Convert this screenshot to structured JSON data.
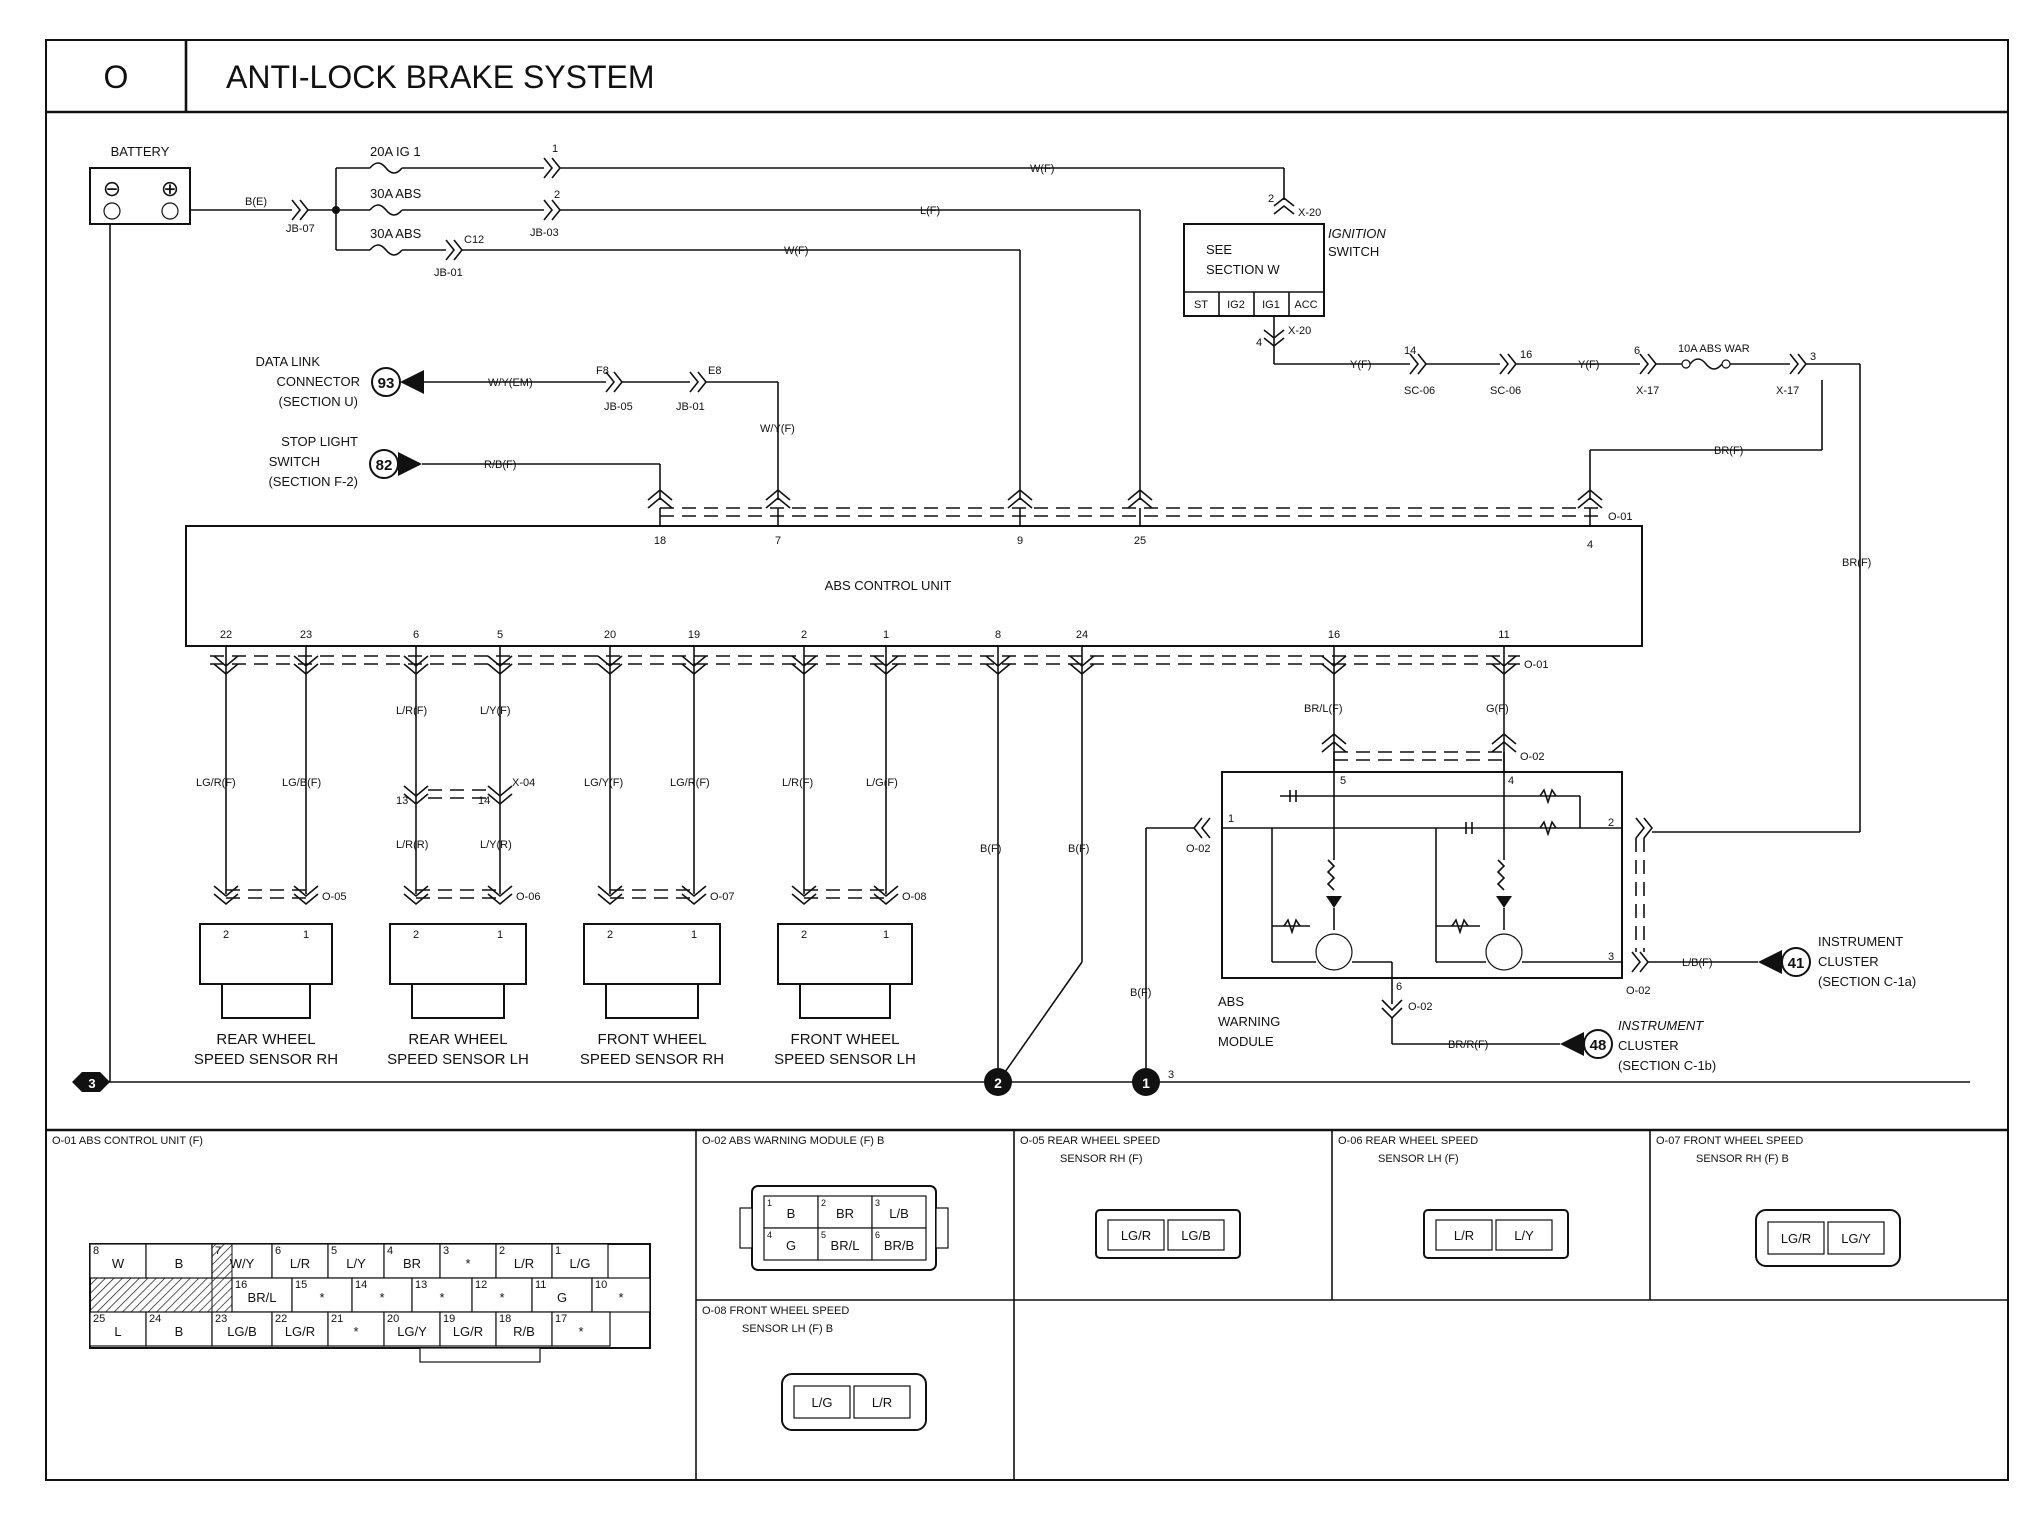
{
  "header": {
    "section": "O",
    "title": "ANTI-LOCK BRAKE SYSTEM"
  },
  "battery": {
    "label": "BATTERY",
    "minus": "⊖",
    "plus": "⊕"
  },
  "fuses": {
    "f1": "20A IG 1",
    "f2": "30A ABS",
    "f3": "30A ABS",
    "jb07": "JB-07",
    "jb03": "JB-03",
    "jb01": "JB-01",
    "c12": "C12",
    "pin1": "1",
    "pin2": "2"
  },
  "wires": {
    "bat": "B(E)",
    "w_top": "W(F)",
    "l_mid": "L(F)",
    "w_low": "W(F)",
    "wym": "W/Y(EM)",
    "wyf": "W/Y(F)",
    "rbf": "R/B(F)",
    "yf1": "Y(F)",
    "yf2": "Y(F)",
    "brf_top": "BR(F)",
    "brf_side": "BR(F)",
    "brlf": "BR/L(F)",
    "gf": "G(F)",
    "lbf": "L/B(F)",
    "brrf": "BR/R(F)",
    "bf1": "B(F)",
    "bf2": "B(F)",
    "bf3": "B(F)",
    "lgr1": "LG/R(F)",
    "lgb": "LG/B(F)",
    "lrf": "L/R(F)",
    "lyf": "L/Y(F)",
    "lrr": "L/R(R)",
    "lyr": "L/Y(R)",
    "lgy": "LG/Y(F)",
    "lgr2": "LG/R(F)",
    "lrf2": "L/R(F)",
    "lgf": "L/G(F)"
  },
  "ignition": {
    "see": "SEE",
    "section": "SECTION W",
    "label1": "IGNITION",
    "label2": "SWITCH",
    "terms": [
      "ST",
      "IG2",
      "IG1",
      "ACC"
    ],
    "x20a": "X-20",
    "x20b": "X-20",
    "pin2": "2",
    "pin4": "4"
  },
  "chain": {
    "p14": "14",
    "sc06a": "SC-06",
    "p16": "16",
    "sc06b": "SC-06",
    "p6": "6",
    "x17a": "X-17",
    "fuse": "10A ABS WAR",
    "p3": "3",
    "x17b": "X-17"
  },
  "dlc": {
    "l1": "DATA LINK",
    "l2": "CONNECTOR",
    "l3": "(SECTION U)",
    "num": "93",
    "f8": "F8",
    "e8": "E8",
    "jb05": "JB-05",
    "jb01": "JB-01"
  },
  "stop": {
    "l1": "STOP LIGHT",
    "l2": "SWITCH",
    "l3": "(SECTION F-2)",
    "num": "82"
  },
  "ecu": {
    "label": "ABS CONTROL UNIT",
    "top_pins": [
      "18",
      "7",
      "9",
      "25",
      "4"
    ],
    "o01": "O-01",
    "bottom_pins": [
      "22",
      "23",
      "6",
      "5",
      "20",
      "19",
      "2",
      "1",
      "8",
      "24",
      "16",
      "11"
    ],
    "o01b": "O-01"
  },
  "sensors": [
    {
      "l1": "REAR WHEEL",
      "l2": "SPEED SENSOR RH",
      "conn": "O-05",
      "p2": "2",
      "p1": "1"
    },
    {
      "l1": "REAR WHEEL",
      "l2": "SPEED SENSOR LH",
      "conn": "O-06",
      "p2": "2",
      "p1": "1"
    },
    {
      "l1": "FRONT WHEEL",
      "l2": "SPEED SENSOR RH",
      "conn": "O-07",
      "p2": "2",
      "p1": "1"
    },
    {
      "l1": "FRONT WHEEL",
      "l2": "SPEED SENSOR LH",
      "conn": "O-08",
      "p2": "2",
      "p1": "1"
    }
  ],
  "x04": {
    "label": "X-04",
    "p13": "13",
    "p14": "14"
  },
  "module": {
    "l1": "ABS",
    "l2": "WARNING",
    "l3": "MODULE",
    "o02a": "O-02",
    "o02b": "O-02",
    "o02c": "O-02",
    "o02d": "O-02",
    "p5": "5",
    "p4": "4",
    "p1": "1",
    "p2": "2",
    "p3": "3",
    "p6": "6"
  },
  "cluster1": {
    "l1": "INSTRUMENT",
    "l2": "CLUSTER",
    "l3": "(SECTION C-1a)",
    "num": "41"
  },
  "cluster2": {
    "l1": "INSTRUMENT",
    "l2": "CLUSTER",
    "l3": "(SECTION C-1b)",
    "num": "48"
  },
  "grounds": {
    "g2": "2",
    "g1": "1",
    "g3": "3",
    "gnd": "3"
  },
  "panels": {
    "o01": {
      "title": "O-01 ABS CONTROL UNIT (F)",
      "row1": [
        {
          "n": "8",
          "v": "W"
        },
        {
          "n": "",
          "v": "B"
        },
        {
          "n": "7",
          "v": "W/Y"
        },
        {
          "n": "6",
          "v": "L/R"
        },
        {
          "n": "5",
          "v": "L/Y"
        },
        {
          "n": "4",
          "v": "BR"
        },
        {
          "n": "3",
          "v": "*"
        },
        {
          "n": "2",
          "v": "L/R"
        },
        {
          "n": "1",
          "v": "L/G"
        }
      ],
      "row2": [
        {
          "n": "16",
          "v": "BR/L"
        },
        {
          "n": "15",
          "v": "*"
        },
        {
          "n": "14",
          "v": "*"
        },
        {
          "n": "13",
          "v": "*"
        },
        {
          "n": "12",
          "v": "*"
        },
        {
          "n": "11",
          "v": "G"
        },
        {
          "n": "10",
          "v": "*"
        }
      ],
      "row3": [
        {
          "n": "25",
          "v": "L"
        },
        {
          "n": "24",
          "v": "B"
        },
        {
          "n": "23",
          "v": "LG/B"
        },
        {
          "n": "22",
          "v": "LG/R"
        },
        {
          "n": "21",
          "v": "*"
        },
        {
          "n": "20",
          "v": "LG/Y"
        },
        {
          "n": "19",
          "v": "LG/R"
        },
        {
          "n": "18",
          "v": "R/B"
        },
        {
          "n": "17",
          "v": "*"
        }
      ]
    },
    "o02": {
      "title": "O-02 ABS WARNING MODULE (F) B",
      "cells": [
        {
          "n": "1",
          "v": "B"
        },
        {
          "n": "2",
          "v": "BR"
        },
        {
          "n": "3",
          "v": "L/B"
        },
        {
          "n": "4",
          "v": "G"
        },
        {
          "n": "5",
          "v": "BR/L"
        },
        {
          "n": "6",
          "v": "BR/B"
        }
      ]
    },
    "o05": {
      "t1": "O-05 REAR WHEEL SPEED",
      "t2": "SENSOR RH (F)",
      "a": "LG/R",
      "b": "LG/B"
    },
    "o06": {
      "t1": "O-06 REAR WHEEL SPEED",
      "t2": "SENSOR LH (F)",
      "a": "L/R",
      "b": "L/Y"
    },
    "o07": {
      "t1": "O-07 FRONT WHEEL SPEED",
      "t2": "SENSOR RH (F) B",
      "a": "LG/R",
      "b": "LG/Y"
    },
    "o08": {
      "t1": "O-08 FRONT WHEEL SPEED",
      "t2": "SENSOR LH (F) B",
      "a": "L/G",
      "b": "L/R"
    }
  }
}
